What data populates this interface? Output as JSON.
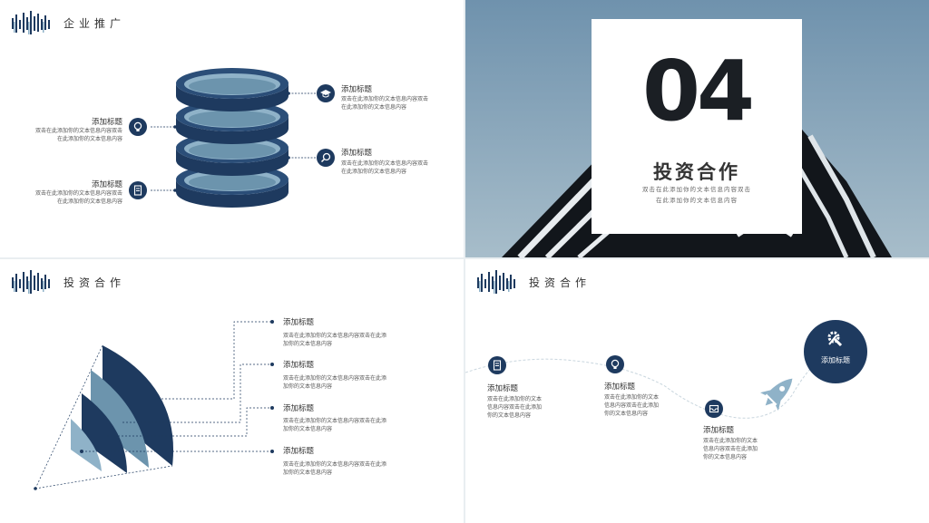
{
  "colors": {
    "navy": "#1e3a5f",
    "steel": "#6c94ad",
    "light": "#8fb2c8",
    "sky": "#7f9cb2"
  },
  "slide1": {
    "header": "企业推广",
    "items": [
      {
        "title": "添加标题",
        "desc1": "双击在此添加你的文本信息内容双击",
        "desc2": "在此添加你的文本信息内容",
        "icon": "lightbulb-icon"
      },
      {
        "title": "添加标题",
        "desc1": "双击在此添加你的文本信息内容双击",
        "desc2": "在此添加你的文本信息内容",
        "icon": "document-icon"
      },
      {
        "title": "添加标题",
        "desc1": "双击在此添加你的文本信息内容双击",
        "desc2": "在此添加你的文本信息内容",
        "icon": "graduation-cap-icon"
      },
      {
        "title": "添加标题",
        "desc1": "双击在此添加你的文本信息内容双击",
        "desc2": "在此添加你的文本信息内容",
        "icon": "search-icon"
      }
    ]
  },
  "slide2": {
    "number": "04",
    "title": "投资合作",
    "sub1": "双击在此添加你的文本信息内容双击",
    "sub2": "在此添加你的文本信息内容"
  },
  "slide3": {
    "header": "投资合作",
    "items": [
      {
        "title": "添加标题",
        "desc1": "双击在此添加你的文本信息内容双击在此添",
        "desc2": "加你的文本信息内容"
      },
      {
        "title": "添加标题",
        "desc1": "双击在此添加你的文本信息内容双击在此添",
        "desc2": "加你的文本信息内容"
      },
      {
        "title": "添加标题",
        "desc1": "双击在此添加你的文本信息内容双击在此添",
        "desc2": "加你的文本信息内容"
      },
      {
        "title": "添加标题",
        "desc1": "双击在此添加你的文本信息内容双击在此添",
        "desc2": "加你的文本信息内容"
      }
    ]
  },
  "slide4": {
    "header": "投资合作",
    "big_title": "添加标题",
    "items": [
      {
        "title": "添加标题",
        "desc1": "双击在此添加你的文本",
        "desc2": "信息内容双击在此添加",
        "desc3": "你的文本信息内容",
        "icon": "document-icon"
      },
      {
        "title": "添加标题",
        "desc1": "双击在此添加你的文本",
        "desc2": "信息内容双击在此添加",
        "desc3": "你的文本信息内容",
        "icon": "lightbulb-icon"
      },
      {
        "title": "添加标题",
        "desc1": "双击在此添加你的文本",
        "desc2": "信息内容双击在此添加",
        "desc3": "你的文本信息内容",
        "icon": "inbox-icon"
      }
    ]
  }
}
